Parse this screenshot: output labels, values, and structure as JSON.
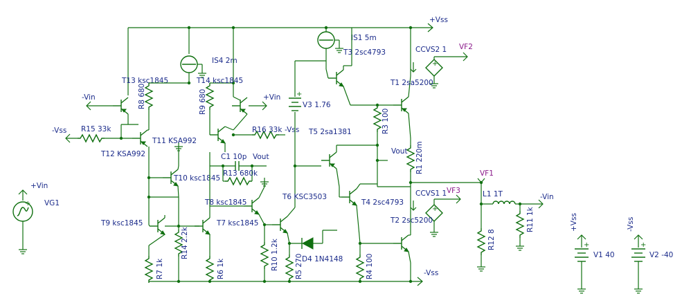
{
  "rails": {
    "pos": "+Vss",
    "neg": "-Vss"
  },
  "nets": {
    "pin": "+Vin",
    "nin": "-Vin",
    "pvss": "+Vss",
    "nvss": "-Vss",
    "vout": "Vout"
  },
  "probes": {
    "vf1": "VF1",
    "vf2": "VF2",
    "vf3": "VF3"
  },
  "components": {
    "t1": "T1 2sa5200",
    "t2": "T2 2sc5200",
    "t3": "T3 2sc4793",
    "t4": "T4 2sc4793",
    "t5": "T5 2sa1381",
    "t6": "T6 KSC3503",
    "t7": "T7 ksc1845",
    "t8": "T8 ksc1845",
    "t9": "T9 ksc1845",
    "t10": "T10 ksc1845",
    "t11": "T11 KSA992",
    "t12": "T12 KSA992",
    "t13": "T13 ksc1845",
    "t14": "T14 ksc1845",
    "r1": "R1 220m",
    "r3": "R3 100",
    "r4": "R4 100",
    "r5": "R5 270",
    "r6": "R6 1k",
    "r7": "R7 1k",
    "r8": "R8 680",
    "r9": "R9 680",
    "r10": "R10 1.2k",
    "r11": "R11 1k",
    "r12": "R12 8",
    "r13": "R13 680k",
    "r14": "R14 2.2k",
    "r15": "R15 33k",
    "r16": "R16 33k",
    "c1": "C1 10p",
    "l1": "L1 1T",
    "d4": "D4 1N4148",
    "v1": "V1 40",
    "v2": "V2 -40",
    "v3": "V3 1.76",
    "vg1": "VG1",
    "is1": "IS1 5m",
    "is4": "IS4 2m",
    "ccvs1": "CCVS1 1",
    "ccvs2": "CCVS2 1"
  },
  "colors": {
    "wire": "#107010",
    "label": "#1a2a8a",
    "probe": "#8a1a8a"
  }
}
